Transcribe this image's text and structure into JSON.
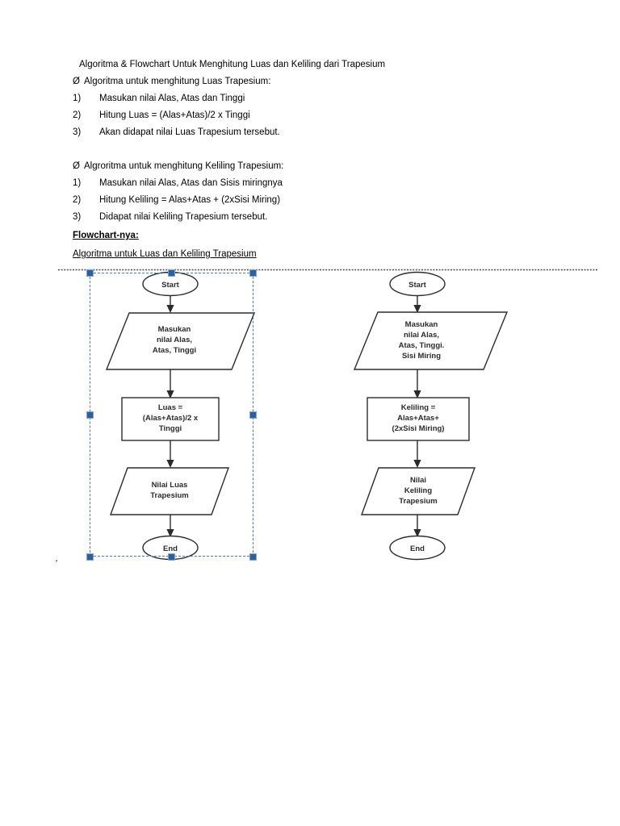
{
  "document": {
    "title_line": "Algoritma & Flowchart Untuk Menghitung Luas dan Keliling dari Trapesium",
    "sections": [
      {
        "bullet_symbol": "Ø",
        "bullet_text": "Algoritma untuk menghitung Luas Trapesium:",
        "steps": [
          {
            "marker": "1)",
            "text": "Masukan nilai Alas, Atas  dan Tinggi"
          },
          {
            "marker": "2)",
            "text": "Hitung Luas = (Alas+Atas)/2 x Tinggi"
          },
          {
            "marker": "3)",
            "text": "Akan didapat nilai Luas Trapesium tersebut."
          }
        ]
      },
      {
        "bullet_symbol": "Ø",
        "bullet_text": "Algroritma untuk menghitung Keliling Trapesium:",
        "steps": [
          {
            "marker": "1)",
            "text": "Masukan nilai Alas, Atas dan Sisis miringnya"
          },
          {
            "marker": "2)",
            "text": "Hitung Keliling = Alas+Atas + (2xSisi Miring)"
          },
          {
            "marker": "3)",
            "text": "Didapat nilai Keliling  Trapesium  tersebut."
          }
        ]
      }
    ],
    "flowchart_heading_bold": "Flowchart-nya:",
    "flowchart_heading_caption": "Algoritma untuk Luas dan Keliling Trapesium",
    "stray_mark": "‚"
  },
  "diagram": {
    "selection": {
      "color": "#2e5f9e",
      "dash_color": "#4a7ebb",
      "handles": 8,
      "target": "left-flowchart"
    },
    "left_flowchart": {
      "name": "Luas Trapesium",
      "nodes": [
        {
          "id": "start",
          "type": "terminator",
          "lines": [
            "Start"
          ]
        },
        {
          "id": "input",
          "type": "io",
          "lines": [
            "Masukan",
            "nilai Alas,",
            "Atas, Tinggi"
          ]
        },
        {
          "id": "process",
          "type": "process",
          "lines": [
            "Luas =",
            "(Alas+Atas)/2 x",
            "Tinggi"
          ]
        },
        {
          "id": "output",
          "type": "io",
          "lines": [
            "Nilai Luas",
            "Trapesium"
          ]
        },
        {
          "id": "end",
          "type": "terminator",
          "lines": [
            "End"
          ]
        }
      ]
    },
    "right_flowchart": {
      "name": "Keliling Trapesium",
      "nodes": [
        {
          "id": "start",
          "type": "terminator",
          "lines": [
            "Start"
          ]
        },
        {
          "id": "input",
          "type": "io",
          "lines": [
            "Masukan",
            "nilai Alas,",
            "Atas, Tinggi.",
            "Sisi Miring"
          ]
        },
        {
          "id": "process",
          "type": "process",
          "lines": [
            "Keliling =",
            "Alas+Atas+",
            "(2xSisi Miring)"
          ]
        },
        {
          "id": "output",
          "type": "io",
          "lines": [
            "Nilai",
            "Keliling",
            "Trapesium"
          ]
        },
        {
          "id": "end",
          "type": "terminator",
          "lines": [
            "End"
          ]
        }
      ]
    }
  }
}
